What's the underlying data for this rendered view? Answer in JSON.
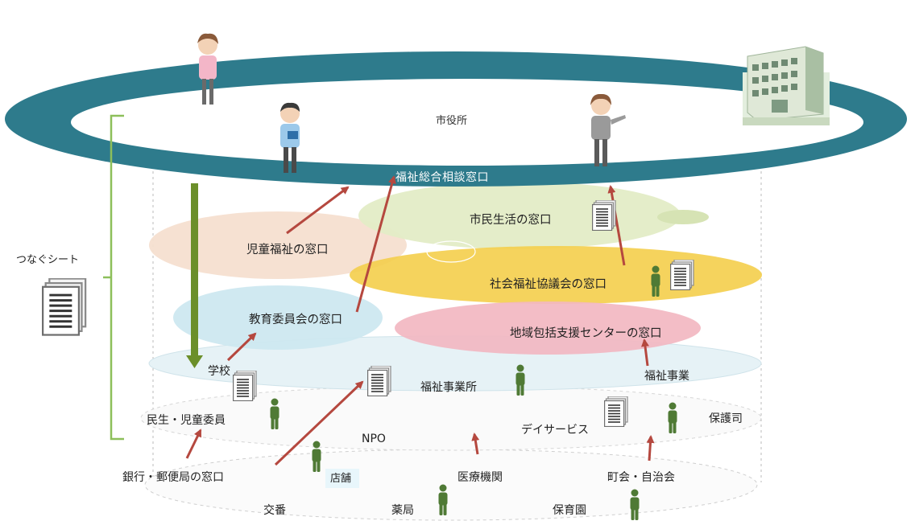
{
  "city_hall": "市役所",
  "consult_window": "福祉総合相談窓口",
  "connect_sheet": "つなぐシート",
  "windows": {
    "citizen_life": "市民生活の窓口",
    "child_welfare": "児童福祉の窓口",
    "social_welfare_council": "社会福祉協議会の窓口",
    "education_board": "教育委員会の窓口",
    "community_support": "地域包括支援センターの窓口"
  },
  "community": {
    "school": "学校",
    "welfare_office": "福祉事業所",
    "welfare_business": "福祉事業",
    "commissioner": "民生・児童委員",
    "npo": "NPO",
    "day_service": "デイサービス",
    "probation": "保護司",
    "bank_post": "銀行・郵便局の窓口",
    "store": "店舗",
    "medical": "医療機関",
    "neighborhood": "町会・自治会",
    "police_box": "交番",
    "pharmacy": "薬局",
    "nursery": "保育園"
  },
  "colors": {
    "ring": "#2e7b8c",
    "arrow_red": "#b5483f",
    "arrow_green": "#6b8f2a",
    "bracket": "#8dbf5a",
    "figure": "#4f7a35",
    "blob_peach": "#f6dfd0",
    "blob_green": "#e3ecc6",
    "blob_yellow": "#f4ce4b",
    "blob_blue": "#cde8f0",
    "blob_pink": "#f2b7c1"
  },
  "icons": [
    "person-icon",
    "document-icon",
    "staff-figure",
    "city-hall-building"
  ]
}
